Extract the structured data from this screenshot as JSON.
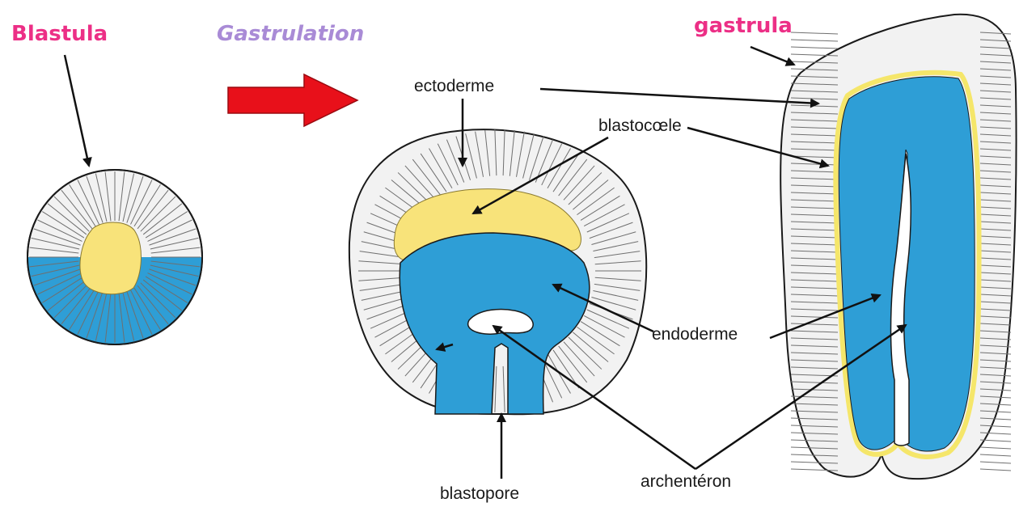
{
  "titles": {
    "blastula": "Blastula",
    "gastrulation": "Gastrulation",
    "gastrula": "gastrula"
  },
  "labels": {
    "ectoderme": "ectoderme",
    "blastocoele": "blastocœle",
    "endoderme": "endoderme",
    "blastopore": "blastopore",
    "archenteron": "archentéron"
  },
  "colors": {
    "title_pink": "#ec2f86",
    "title_violet": "#a98bd6",
    "endoderm_blue": "#2e9ed6",
    "blastocoel_yellow": "#f8e37a",
    "process_arrow_red": "#e8101a",
    "ectoderm_gray": "#f2f2f2"
  }
}
